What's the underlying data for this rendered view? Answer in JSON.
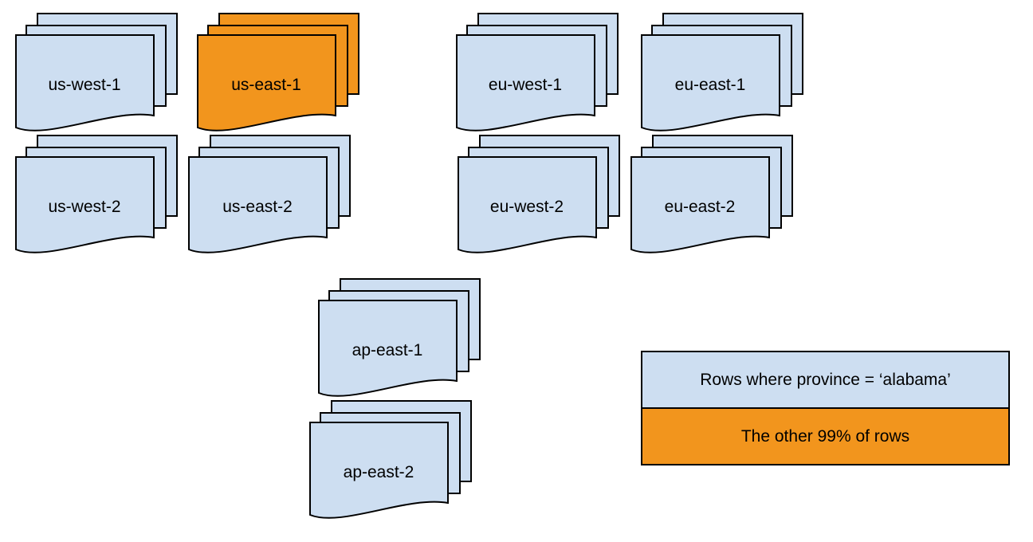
{
  "diagram": {
    "colors": {
      "region_fill_blue": "#CDDEF1",
      "region_fill_orange": "#F2951D",
      "stroke": "#000000",
      "text": "#000000"
    },
    "regions": [
      {
        "label": "us-west-1",
        "variant": "blue"
      },
      {
        "label": "us-east-1",
        "variant": "orange"
      },
      {
        "label": "eu-west-1",
        "variant": "blue"
      },
      {
        "label": "eu-east-1",
        "variant": "blue"
      },
      {
        "label": "us-west-2",
        "variant": "blue"
      },
      {
        "label": "us-east-2",
        "variant": "blue"
      },
      {
        "label": "eu-west-2",
        "variant": "blue"
      },
      {
        "label": "eu-east-2",
        "variant": "blue"
      },
      {
        "label": "ap-east-1",
        "variant": "blue"
      },
      {
        "label": "ap-east-2",
        "variant": "blue"
      }
    ],
    "legend": {
      "items": [
        {
          "label": "Rows where province = ‘alabama’",
          "variant": "blue"
        },
        {
          "label": "The other 99% of rows",
          "variant": "orange"
        }
      ]
    }
  }
}
